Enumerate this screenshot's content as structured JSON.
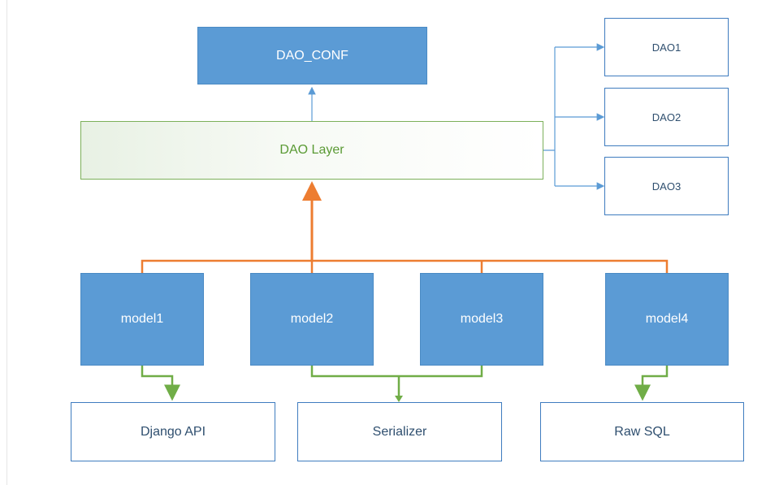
{
  "diagram": {
    "dao_conf": {
      "label": "DAO_CONF"
    },
    "dao_layer": {
      "label": "DAO Layer"
    },
    "daos": [
      {
        "label": "DAO1"
      },
      {
        "label": "DAO2"
      },
      {
        "label": "DAO3"
      }
    ],
    "models": [
      {
        "label": "model1"
      },
      {
        "label": "model2"
      },
      {
        "label": "model3"
      },
      {
        "label": "model4"
      }
    ],
    "outputs": [
      {
        "label": "Django API"
      },
      {
        "label": "Serializer"
      },
      {
        "label": "Raw SQL"
      }
    ],
    "colors": {
      "model_fill": "#5b9bd5",
      "blue_connector": "#5b9bd5",
      "orange_connector": "#ed7d31",
      "green_connector": "#70ad47",
      "dao_layer_border": "#7cb05a",
      "dao_layer_text": "#5a9a34",
      "output_border": "#3f7cbf"
    }
  }
}
